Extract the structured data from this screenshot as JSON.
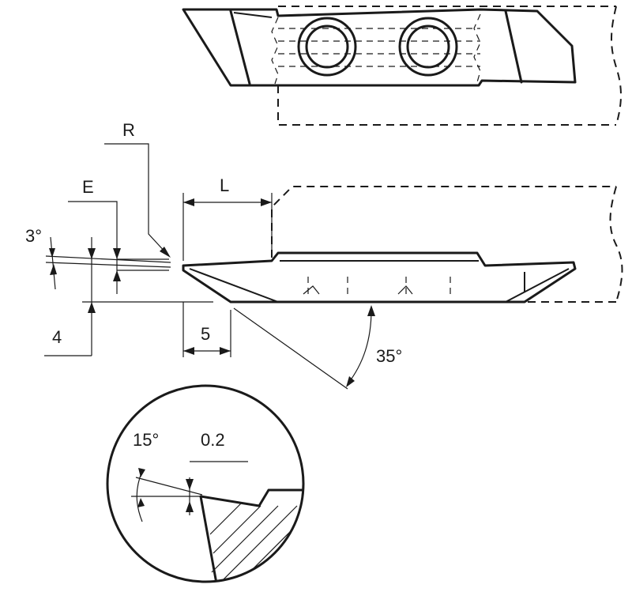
{
  "labels": {
    "r": "R",
    "e": "E",
    "l": "L",
    "three_deg": "3°",
    "four": "4",
    "five": "5",
    "thirtyfive_deg": "35°",
    "fifteen_deg": "15°",
    "point_two": "0.2"
  }
}
